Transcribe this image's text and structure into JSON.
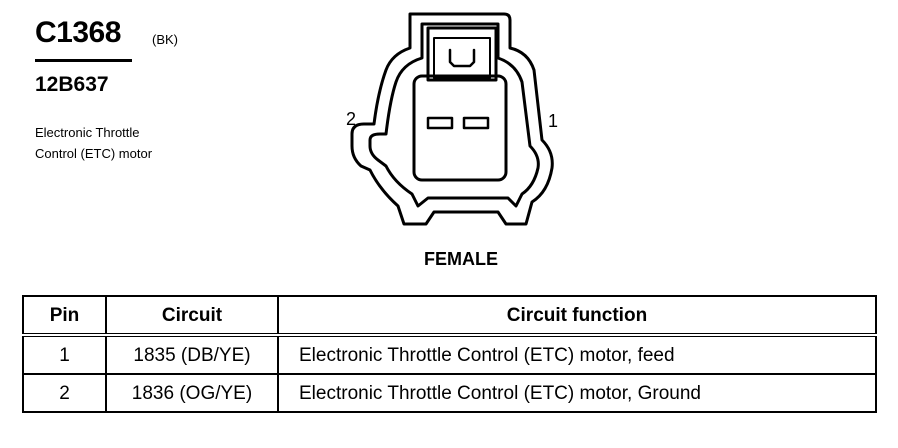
{
  "connector": {
    "id": "C1368",
    "color_code": "(BK)",
    "part_number": "12B637",
    "description_lines": [
      "Electronic Throttle",
      "Control (ETC) motor"
    ]
  },
  "diagram": {
    "pin_left": "2",
    "pin_right": "1",
    "gender": "FEMALE"
  },
  "table": {
    "headers": [
      "Pin",
      "Circuit",
      "Circuit function"
    ],
    "rows": [
      {
        "pin": "1",
        "circuit": "1835 (DB/YE)",
        "function": "Electronic Throttle Control (ETC) motor, feed"
      },
      {
        "pin": "2",
        "circuit": "1836 (OG/YE)",
        "function": "Electronic Throttle Control (ETC) motor, Ground"
      }
    ]
  }
}
